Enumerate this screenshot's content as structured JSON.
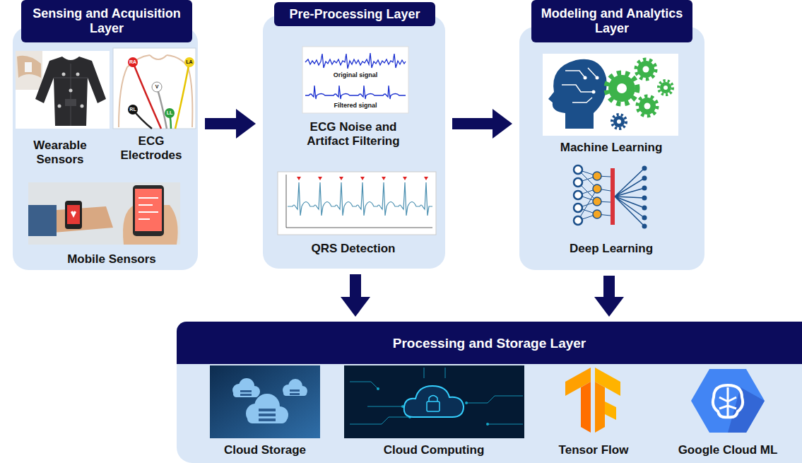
{
  "diagram": {
    "nodes": [
      {
        "text": [
          "Sensing and Acquisition Layer"
        ]
      },
      {
        "text": [
          "Pre-Processing Layer"
        ]
      },
      {
        "text": [
          "Modeling and Analytics Layer"
        ]
      },
      {
        "text": [
          "Processing and Storage Layer"
        ]
      }
    ],
    "edges": [
      {
        "from": 0,
        "to": 1,
        "arrow": "to"
      },
      {
        "from": 1,
        "to": 2,
        "arrow": "to"
      },
      {
        "from": 1,
        "to": 3,
        "arrow": "to"
      },
      {
        "from": 2,
        "to": 3,
        "arrow": "to"
      }
    ],
    "labels": [
      "RA",
      "LA",
      "V",
      "RL",
      "LL",
      "Wearable Sensors",
      "ECG Electrodes",
      "Mobile Sensors",
      "Original signal",
      "Filtered signal",
      "ECG Noise and Artifact Filtering",
      "QRS Detection",
      "Machine Learning",
      "Deep Learning",
      "Cloud Storage",
      "Cloud Computing",
      "Tensor Flow",
      "Google Cloud ML"
    ]
  }
}
